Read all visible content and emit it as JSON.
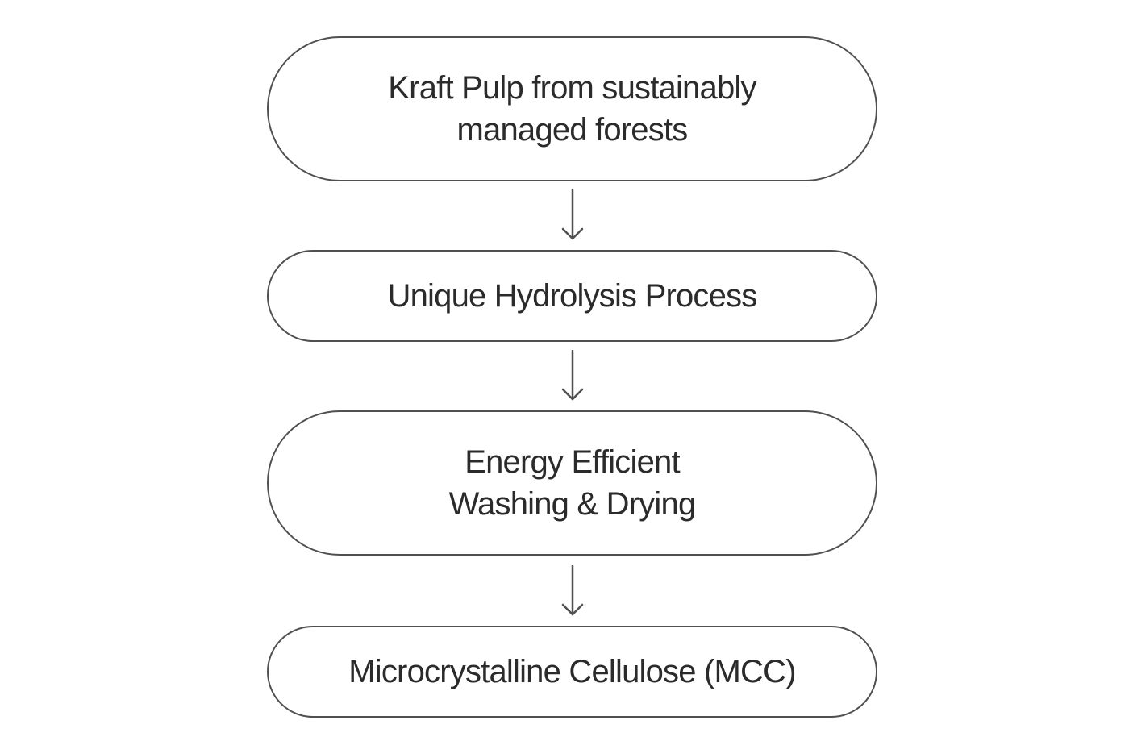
{
  "diagram": {
    "steps": [
      {
        "line1": "Kraft Pulp from sustainably",
        "line2": "managed forests"
      },
      {
        "line1": "Unique Hydrolysis Process"
      },
      {
        "line1": "Energy Efficient",
        "line2": "Washing & Drying"
      },
      {
        "line1": "Microcrystalline Cellulose (MCC)"
      }
    ],
    "colors": {
      "stroke": "#505050",
      "text": "#2b2b2b",
      "background": "#ffffff"
    },
    "icons": [
      "arrow-down-icon",
      "arrow-down-icon",
      "arrow-down-icon"
    ]
  }
}
